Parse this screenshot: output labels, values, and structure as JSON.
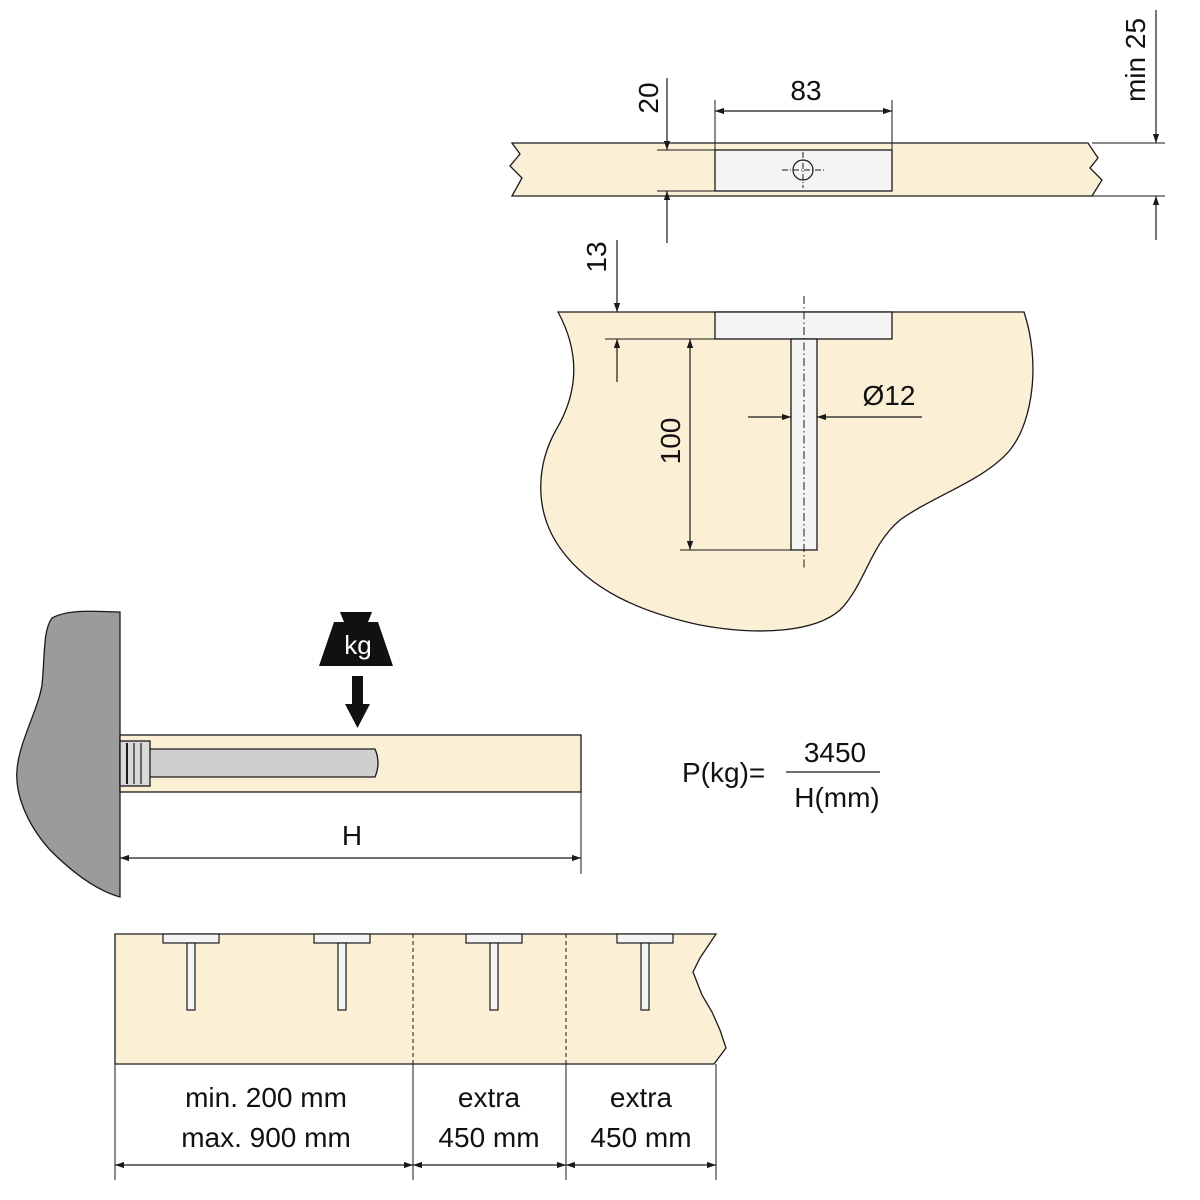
{
  "colors": {
    "wood": "#fbefd6",
    "wall": "#9b9b9b",
    "weight": "#111111",
    "line": "#1a1a1a",
    "pin": "#f4f4f4",
    "rod": "#cfcfcf"
  },
  "top_view": {
    "dim_depth": "20",
    "dim_width": "83",
    "dim_thickness": "min 25"
  },
  "section_view": {
    "dim_inset": "13",
    "dim_length": "100",
    "dim_diameter": "Ø12"
  },
  "load": {
    "weight_label": "kg",
    "dim_h": "H",
    "formula_lhs": "P(kg)=",
    "formula_numerator": "3450",
    "formula_denominator": "H(mm)"
  },
  "spacing": {
    "seg1_line1": "min. 200 mm",
    "seg1_line2": "max. 900 mm",
    "seg2_line1": "extra",
    "seg2_line2": "450 mm",
    "seg3_line1": "extra",
    "seg3_line2": "450 mm"
  }
}
